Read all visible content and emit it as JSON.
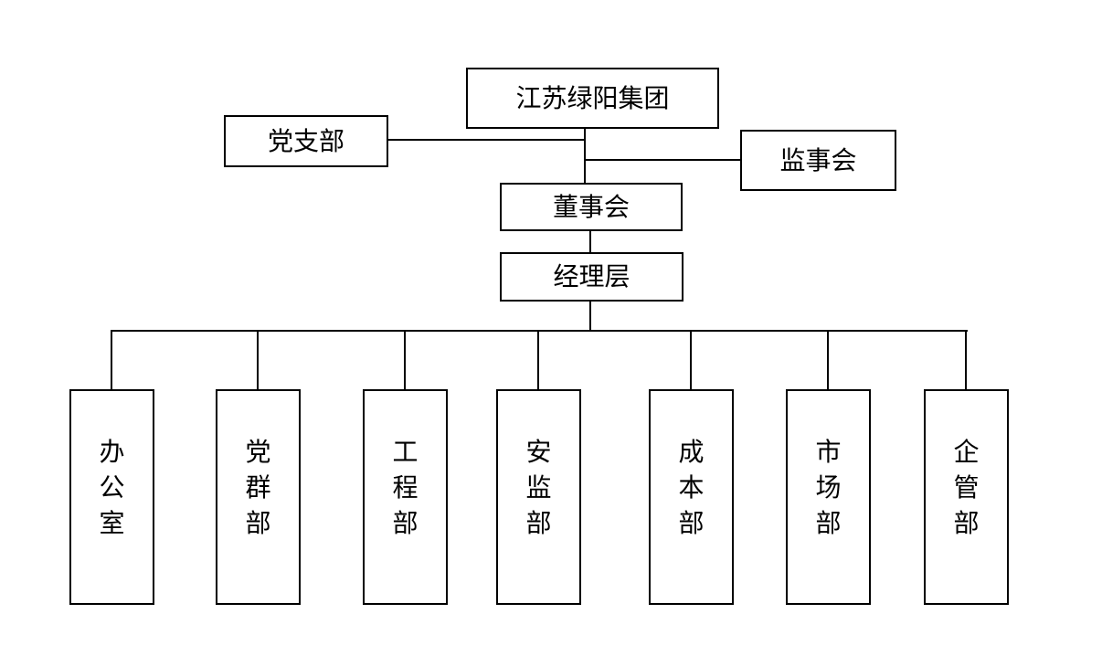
{
  "org_chart": {
    "root": {
      "label": "江苏绿阳集团"
    },
    "party_branch": {
      "label": "党支部"
    },
    "supervisory_board": {
      "label": "监事会"
    },
    "board_of_directors": {
      "label": "董事会"
    },
    "management": {
      "label": "经理层"
    },
    "departments": [
      {
        "label": "办公室"
      },
      {
        "label": "党群部"
      },
      {
        "label": "工程部"
      },
      {
        "label": "安监部"
      },
      {
        "label": "成本部"
      },
      {
        "label": "市场部"
      },
      {
        "label": "企管部"
      }
    ],
    "colors": {
      "line": "#000000",
      "box_border": "#000000",
      "box_fill": "#ffffff",
      "text": "#000000",
      "background": "#ffffff"
    }
  }
}
